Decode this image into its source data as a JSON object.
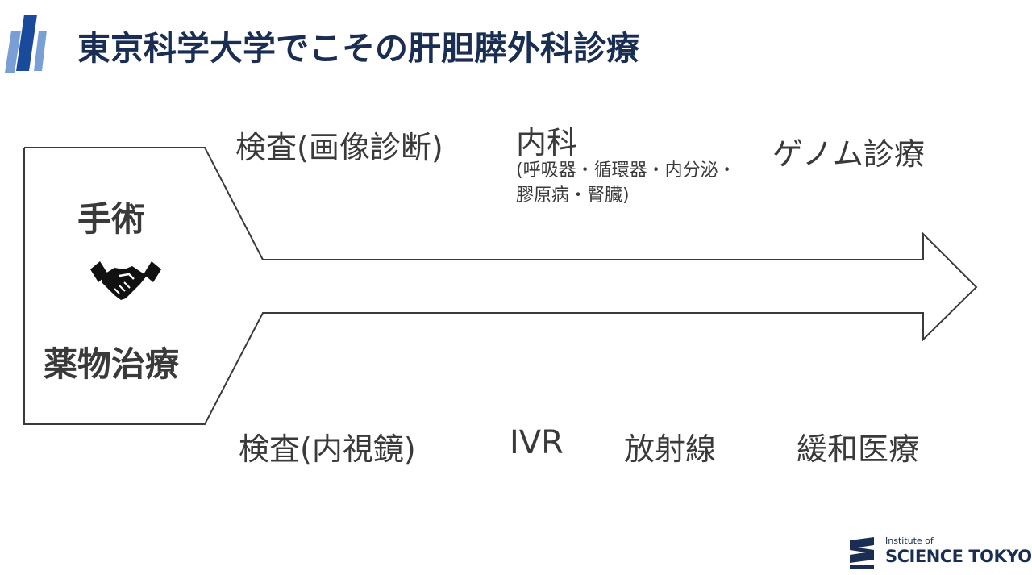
{
  "header": {
    "title": "東京科学大学でこその肝胆膵外科診療"
  },
  "left_block": {
    "top_label": "手術",
    "bottom_label": "薬物治療",
    "icon": "handshake-icon"
  },
  "top_topics": {
    "imaging": "検査(画像診断)",
    "internal_medicine": "内科",
    "internal_medicine_detail": "(呼吸器・循環器・内分泌・膠原病・腎臓)",
    "genome": "ゲノム診療"
  },
  "bottom_topics": {
    "endoscopy": "検査(内視鏡)",
    "ivr": "IVR",
    "radiation": "放射線",
    "palliative": "緩和医療"
  },
  "logo": {
    "small_text": "Institute of",
    "big_text": "SCIENCE TOKYO"
  },
  "colors": {
    "title": "#1a2d52",
    "accent_dark": "#1a4a9c",
    "accent_light": "#7a9fd6",
    "outline": "#3a3a3a"
  }
}
